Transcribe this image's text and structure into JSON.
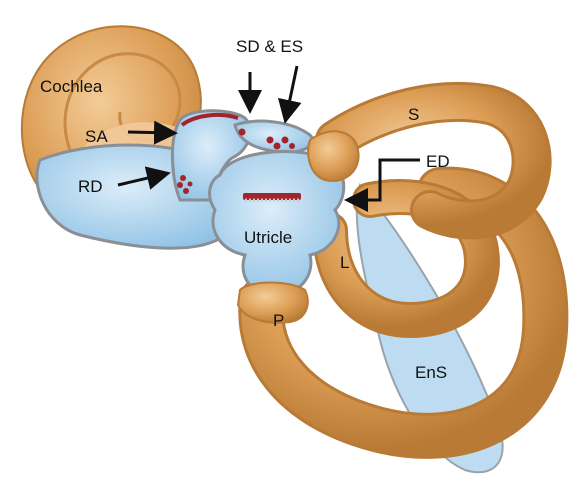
{
  "labels": {
    "cochlea": "Cochlea",
    "sa": "SA",
    "rd": "RD",
    "sd_es": "SD & ES",
    "s": "S",
    "ed": "ED",
    "utricle": "Utricle",
    "l": "L",
    "p": "P",
    "ens": "EnS"
  },
  "colors": {
    "tan": "#d99a52",
    "tan_light": "#f2c99a",
    "fluid": "#a8d0ec",
    "fluid_light": "#d6ebf8",
    "outline": "#8a8f96",
    "cells": "#a3252a",
    "arrow": "#111111"
  }
}
